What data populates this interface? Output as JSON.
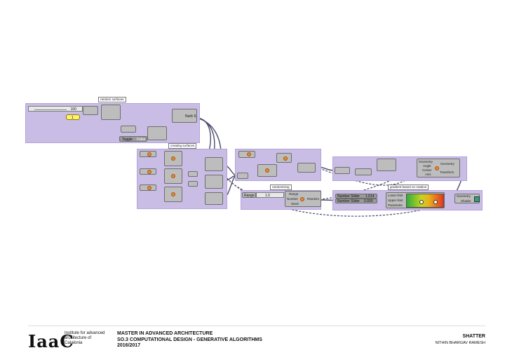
{
  "canvas": {
    "groups": [
      "random surfaces",
      "creating surfaces",
      "randomising",
      "gradient based on rotation"
    ],
    "left_slider_value": "100",
    "toggle_label": "Toggle",
    "toggle_value": "False",
    "yellow_panel": "1"
  },
  "components": {
    "nurbs_out": "Nurb S",
    "range_label": "Range",
    "range_value": "1.0",
    "random_inputs": [
      "Range",
      "Number",
      "Seed"
    ],
    "random_output": "Random",
    "number_slider_1": "Number Slider",
    "number_slider_1_value": "1.614",
    "number_slider_2": "Number Slider",
    "number_slider_2_value": "0.000",
    "gradient_inputs": [
      "Lower limit",
      "Upper limit",
      "Parameter"
    ],
    "rotate_inputs": [
      "Geometry",
      "Angle",
      "Center",
      "Axis"
    ],
    "rotate_outputs": [
      "Geometry",
      "Transform"
    ],
    "shader_inputs": [
      "Geometry",
      "Shader"
    ]
  },
  "footer": {
    "logo": "IaaC",
    "institute": "Institute for advanced architecture of Catalonia",
    "title_line1": "MASTER IN ADVANCED ARCHITECTURE",
    "title_line2": "SO.3 COMPUTATIONAL DESIGN - GENERATIVE ALGORITHMS",
    "title_line3": "2016/2017",
    "project": "SHATTER",
    "author": "NITHIN BHARGAV RAMESH"
  },
  "colors": {
    "group_fill": "#c9bde6",
    "wire": "#4b4b6b",
    "component": "#bdbdbd",
    "panel_yellow": "#fff36a"
  }
}
